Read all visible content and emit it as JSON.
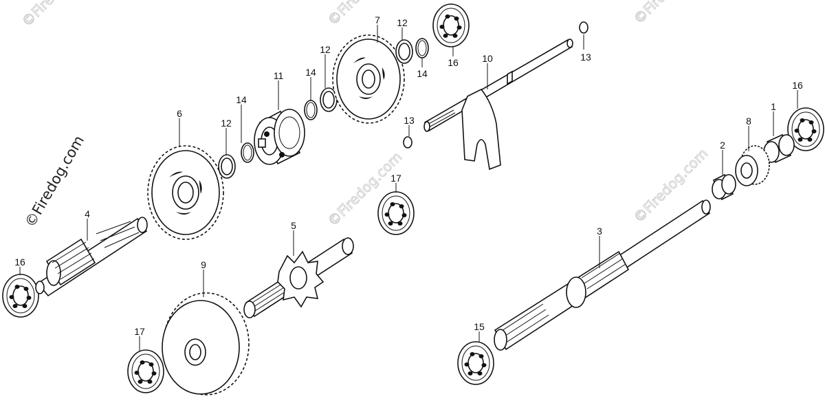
{
  "watermark": {
    "main_text": "©Firedog.com",
    "faint_text": "©Firedog.com"
  },
  "callouts": [
    {
      "id": "c1",
      "label": "1"
    },
    {
      "id": "c2",
      "label": "2"
    },
    {
      "id": "c3",
      "label": "3"
    },
    {
      "id": "c4",
      "label": "4"
    },
    {
      "id": "c5",
      "label": "5"
    },
    {
      "id": "c6",
      "label": "6"
    },
    {
      "id": "c7",
      "label": "7"
    },
    {
      "id": "c8",
      "label": "8"
    },
    {
      "id": "c9",
      "label": "9"
    },
    {
      "id": "c10",
      "label": "10"
    },
    {
      "id": "c11",
      "label": "11"
    },
    {
      "id": "c12a",
      "label": "12"
    },
    {
      "id": "c12b",
      "label": "12"
    },
    {
      "id": "c12c",
      "label": "12"
    },
    {
      "id": "c13a",
      "label": "13"
    },
    {
      "id": "c13b",
      "label": "13"
    },
    {
      "id": "c14a",
      "label": "14"
    },
    {
      "id": "c14b",
      "label": "14"
    },
    {
      "id": "c14c",
      "label": "14"
    },
    {
      "id": "c15",
      "label": "15"
    },
    {
      "id": "c16a",
      "label": "16"
    },
    {
      "id": "c16b",
      "label": "16"
    },
    {
      "id": "c16c",
      "label": "16"
    },
    {
      "id": "c17a",
      "label": "17"
    },
    {
      "id": "c17b",
      "label": "17"
    }
  ],
  "colors": {
    "ink": "#111111",
    "paper": "#ffffff",
    "watermark_faint": "#c9c9c9"
  }
}
